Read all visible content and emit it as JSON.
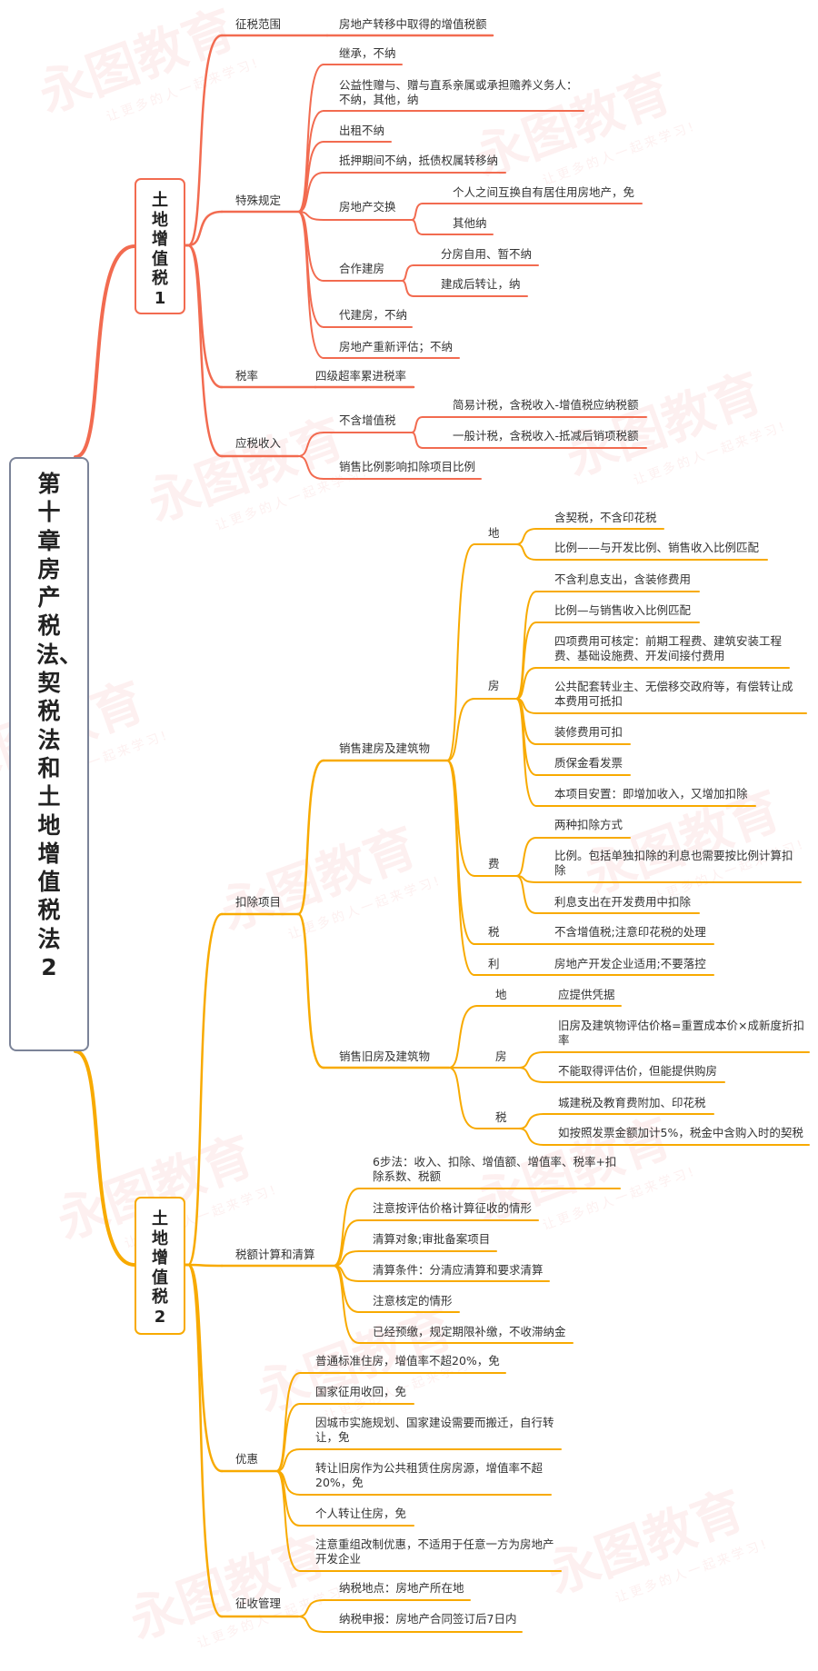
{
  "title": "第十章房产税法、契税法和土地增值税法2",
  "watermark": {
    "brand": "永图教育",
    "slogan": "让更多的人一起来学习!"
  },
  "colors": {
    "branch1": "#f26b50",
    "branch2": "#f8aa00",
    "root_border": "#7b8398"
  },
  "branch1": {
    "title": "土地增值税1",
    "scope": {
      "label": "征税范围",
      "value": "房地产转移中取得的增值税额"
    },
    "special": {
      "label": "特殊规定",
      "items": [
        {
          "text": "继承，不纳"
        },
        {
          "text": "公益性赠与、赠与直系亲属或承担赡养义务人：\n不纳，其他，纳"
        },
        {
          "text": "出租不纳"
        },
        {
          "text": "抵押期间不纳，抵债权属转移纳"
        },
        {
          "text": "房地产交换",
          "children": [
            "个人之间互换自有居住用房地产，免",
            "其他纳"
          ]
        },
        {
          "text": "合作建房",
          "children": [
            "分房自用、暂不纳",
            "建成后转让，纳"
          ]
        },
        {
          "text": "代建房，不纳"
        },
        {
          "text": "房地产重新评估；不纳"
        }
      ]
    },
    "rate": {
      "label": "税率",
      "value": "四级超率累进税率"
    },
    "income": {
      "label": "应税收入",
      "items": [
        {
          "text": "不含增值税",
          "children": [
            "简易计税，含税收入-增值税应纳税额",
            "一般计税，含税收入-抵减后销项税额"
          ]
        },
        {
          "text": "销售比例影响扣除项目比例"
        }
      ]
    }
  },
  "branch2": {
    "title": "土地增值税2",
    "deduction": {
      "label": "扣除项目",
      "new": {
        "label": "销售建房及建筑物",
        "groups": [
          {
            "label": "地",
            "items": [
              "含契税，不含印花税",
              "比例——与开发比例、销售收入比例匹配"
            ]
          },
          {
            "label": "房",
            "items": [
              "不含利息支出，含装修费用",
              "比例—与销售收入比例匹配",
              "四项费用可核定：前期工程费、建筑安装工程\n费、基础设施费、开发间接付费用",
              "公共配套转业主、无偿移交政府等，有偿转让成\n本费用可抵扣",
              "装修费用可扣",
              "质保金看发票",
              "本项目安置：即增加收入，又增加扣除"
            ]
          },
          {
            "label": "费",
            "items": [
              "两种扣除方式",
              "比例。包括单独扣除的利息也需要按比例计算扣\n除",
              "利息支出在开发费用中扣除"
            ]
          },
          {
            "label": "税",
            "items": [
              "不含增值税;注意印花税的处理"
            ]
          },
          {
            "label": "利",
            "items": [
              "房地产开发企业适用;不要落控"
            ]
          }
        ]
      },
      "old": {
        "label": "销售旧房及建筑物",
        "groups": [
          {
            "label": "地",
            "items": [
              "应提供凭据"
            ]
          },
          {
            "label": "房",
            "items": [
              "旧房及建筑物评估价格=重置成本价×成新度折扣\n率",
              "不能取得评估价，但能提供购房"
            ]
          },
          {
            "label": "税",
            "items": [
              "城建税及教育费附加、印花税",
              "如按照发票金额加计5%，税金中含购入时的契税"
            ]
          }
        ]
      }
    },
    "calc": {
      "label": "税额计算和清算",
      "items": [
        "6步法：收入、扣除、增值额、增值率、税率+扣\n除系数、税额",
        "注意按评估价格计算征收的情形",
        "清算对象;审批备案项目",
        "清算条件：分清应清算和要求清算",
        "注意核定的情形",
        "已经预缴，规定期限补缴，不收滞纳金"
      ]
    },
    "relief": {
      "label": "优惠",
      "items": [
        "普通标准住房，增值率不超20%，免",
        "国家征用收回，免",
        "因城市实施规划、国家建设需要而搬迁，自行转\n让，免",
        "转让旧房作为公共租赁住房房源，增值率不超\n20%，免",
        "个人转让住房，免",
        "注意重组改制优惠，不适用于任意一方为房地产\n开发企业"
      ]
    },
    "admin": {
      "label": "征收管理",
      "items": [
        "纳税地点：房地产所在地",
        "纳税申报：房地产合同签订后7日内"
      ]
    }
  }
}
